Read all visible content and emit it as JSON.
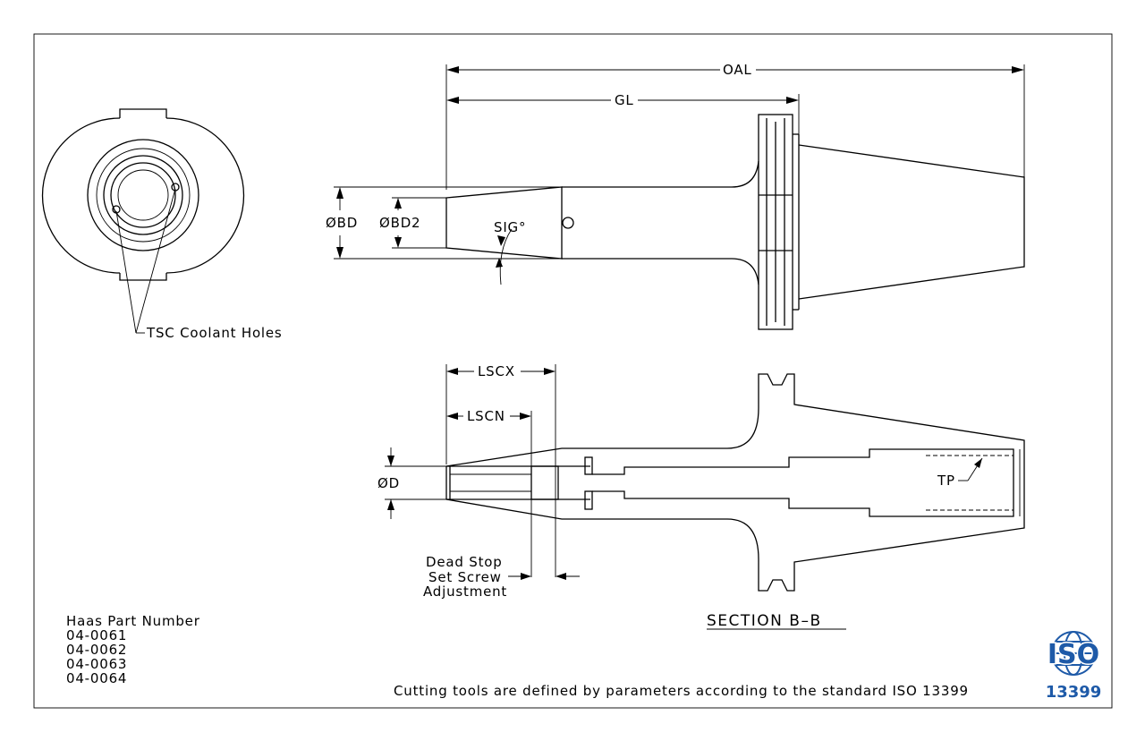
{
  "labels": {
    "oal": "OAL",
    "gl": "GL",
    "bd": "ØBD",
    "bd2": "ØBD2",
    "sig": "SIG°",
    "lscx": "LSCX",
    "lscn": "LSCN",
    "d": "ØD",
    "tp": "TP",
    "coolant": "TSC Coolant Holes",
    "dead_stop": [
      "Dead Stop",
      "Set Screw",
      "Adjustment"
    ],
    "section": "SECTION B–B"
  },
  "part_numbers": {
    "heading": "Haas Part Number",
    "items": [
      "04-0061",
      "04-0062",
      "04-0063",
      "04-0064"
    ]
  },
  "footer": "Cutting tools are defined by parameters according to the standard ISO 13399",
  "iso_logo": {
    "top": "ISO",
    "bottom": "13399",
    "color": "#1e5aa8"
  }
}
